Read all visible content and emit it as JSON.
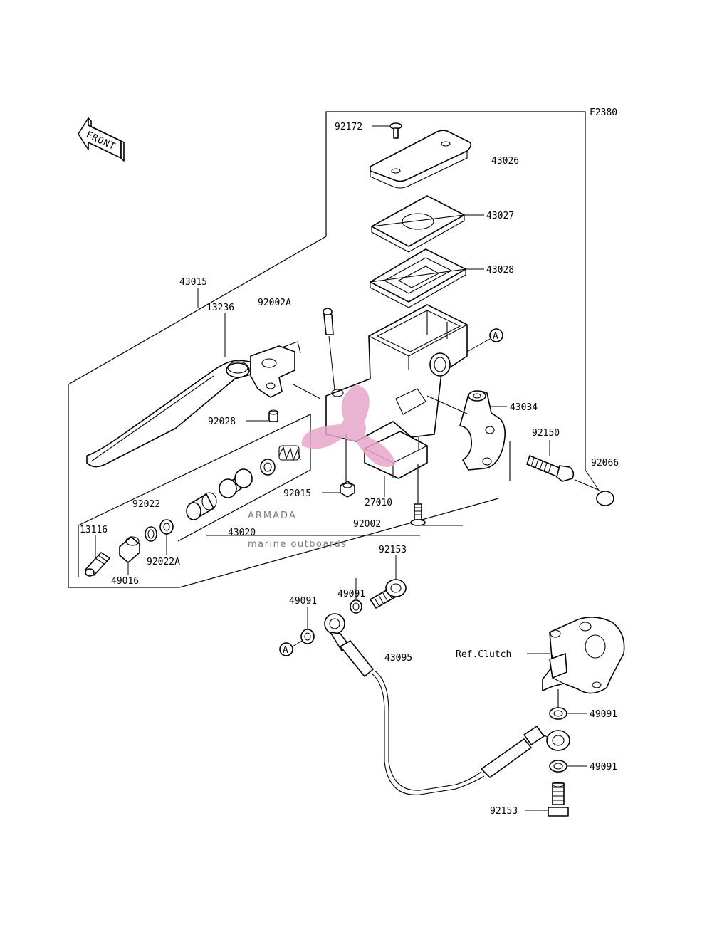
{
  "figure_id": "F2380",
  "direction_tag": "FRONT",
  "circle_marker": "A",
  "watermark": {
    "brand": "ARMADA",
    "tagline": "marine outboards",
    "logo_color": "#e7a6c9",
    "text_color": "#6b6b6b"
  },
  "labels": {
    "p92172": "92172",
    "p43026": "43026",
    "p43027": "43027",
    "p43028": "43028",
    "p43015": "43015",
    "p13236": "13236",
    "p92002A": "92002A",
    "p43034": "43034",
    "p92150": "92150",
    "p92066": "92066",
    "p92028": "92028",
    "p92015": "92015",
    "p27010": "27010",
    "p92002": "92002",
    "p92022": "92022",
    "p43020": "43020",
    "p13116": "13116",
    "p92022A": "92022A",
    "p49016": "49016",
    "p92153_top": "92153",
    "p49091_a": "49091",
    "p49091_b": "49091",
    "p43095": "43095",
    "ref_clutch": "Ref.Clutch",
    "p49091_c": "49091",
    "p49091_d": "49091",
    "p92153_bottom": "92153"
  }
}
